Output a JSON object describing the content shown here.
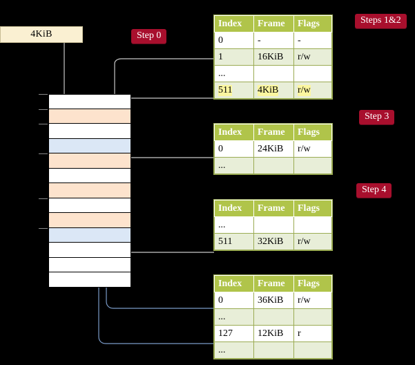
{
  "diagram": {
    "title_label": "4KiB",
    "steps": [
      {
        "id": "step0",
        "label": "Step 0"
      },
      {
        "id": "steps12",
        "label": "Steps 1&2"
      },
      {
        "id": "step3",
        "label": "Step 3"
      },
      {
        "id": "step4",
        "label": "Step 4"
      }
    ],
    "columns": [
      "Index",
      "Frame",
      "Flags"
    ],
    "tables": [
      {
        "name": "pml4-table",
        "rows": [
          {
            "index": "0",
            "frame": "-",
            "flags": "-",
            "alt": false,
            "highlight": false
          },
          {
            "index": "1",
            "frame": "16KiB",
            "flags": "r/w",
            "alt": true,
            "highlight": false
          },
          {
            "index": "...",
            "frame": "",
            "flags": "",
            "alt": false,
            "highlight": false
          },
          {
            "index": "511",
            "frame": "4KiB",
            "flags": "r/w",
            "alt": true,
            "highlight": true
          }
        ]
      },
      {
        "name": "pdpt-table",
        "rows": [
          {
            "index": "0",
            "frame": "24KiB",
            "flags": "r/w",
            "alt": false,
            "highlight": false
          },
          {
            "index": "...",
            "frame": "",
            "flags": "",
            "alt": true,
            "highlight": false
          }
        ]
      },
      {
        "name": "pd-table",
        "rows": [
          {
            "index": "...",
            "frame": "",
            "flags": "",
            "alt": false,
            "highlight": false
          },
          {
            "index": "511",
            "frame": "32KiB",
            "flags": "r/w",
            "alt": true,
            "highlight": false
          }
        ]
      },
      {
        "name": "pt-table",
        "rows": [
          {
            "index": "0",
            "frame": "36KiB",
            "flags": "r/w",
            "alt": false,
            "highlight": false
          },
          {
            "index": "...",
            "frame": "",
            "flags": "",
            "alt": true,
            "highlight": false
          },
          {
            "index": "127",
            "frame": "12KiB",
            "flags": "r",
            "alt": false,
            "highlight": false
          },
          {
            "index": "...",
            "frame": "",
            "flags": "",
            "alt": true,
            "highlight": false
          }
        ]
      }
    ],
    "memory_rows": [
      {
        "fill": "white"
      },
      {
        "fill": "orange"
      },
      {
        "fill": "white"
      },
      {
        "fill": "blue"
      },
      {
        "fill": "orange"
      },
      {
        "fill": "white"
      },
      {
        "fill": "orange"
      },
      {
        "fill": "white"
      },
      {
        "fill": "orange"
      },
      {
        "fill": "blue"
      },
      {
        "fill": "white"
      },
      {
        "fill": "white"
      },
      {
        "fill": "white"
      }
    ],
    "colors": {
      "background": "#000000",
      "step_badge": "#a80f2d",
      "table_header": "#b0c44a",
      "table_alt_row": "#e8eed8",
      "highlight": "#fbf6a0",
      "vbox": "#faf0d2",
      "memory_orange": "#fde3cd",
      "memory_blue": "#dbe7f6",
      "wire_gray": "#b8b8b8",
      "wire_blue": "#7a9bc8"
    }
  }
}
